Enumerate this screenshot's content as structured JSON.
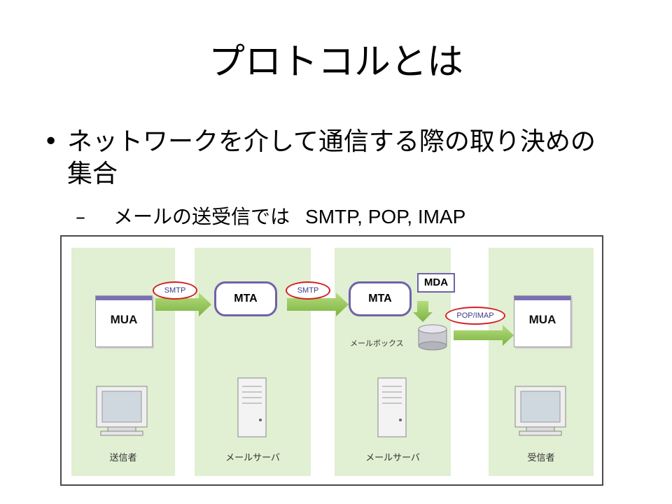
{
  "slide": {
    "title": "プロトコルとは",
    "bullet_marker": "•",
    "bullet": "ネットワークを介して通信する際の取り決めの集合",
    "sub_marker": "–",
    "sub_text": "メールの送受信では",
    "sub_protocols": "SMTP, POP, IMAP"
  },
  "diagram": {
    "columns": [
      {
        "label": "送信者"
      },
      {
        "label": "メールサーバ"
      },
      {
        "label": "メールサーバ"
      },
      {
        "label": "受信者"
      }
    ],
    "sender_client": "MUA",
    "receiver_client": "MUA",
    "mta_1": "MTA",
    "mta_2": "MTA",
    "mda": "MDA",
    "mailbox": "メールボックス",
    "protocol_1": "SMTP",
    "protocol_2": "SMTP",
    "protocol_3": "POP/IMAP",
    "colors": {
      "column_bg": "#e1efd2",
      "arrow": "#8bc34a",
      "highlight": "#d42020",
      "accent": "#6e63a8"
    }
  }
}
